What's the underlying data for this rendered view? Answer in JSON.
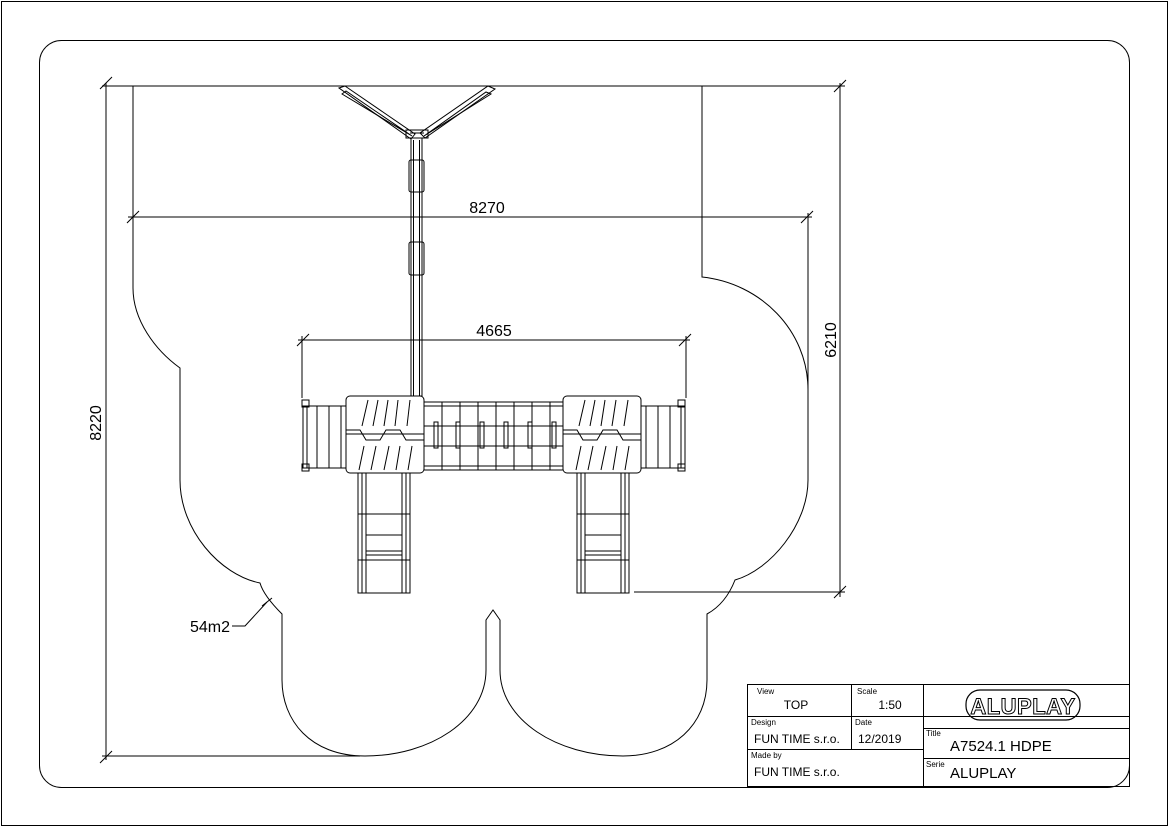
{
  "dimensions": {
    "width_total": "8270",
    "height_total": "8220",
    "height_right": "6210",
    "width_inner": "4665",
    "area": "54m2"
  },
  "title_block": {
    "view_label": "View",
    "view_value": "TOP",
    "scale_label": "Scale",
    "scale_value": "1:50",
    "design_label": "Design",
    "design_value": "FUN TIME s.r.o.",
    "date_label": "Date",
    "date_value": "12/2019",
    "madeby_label": "Made by",
    "madeby_value": "FUN TIME s.r.o.",
    "title_label": "Title",
    "title_value": "A7524.1 HDPE",
    "serie_label": "Serie",
    "serie_value": "ALUPLAY",
    "logo_text": "ALUPLAY"
  }
}
